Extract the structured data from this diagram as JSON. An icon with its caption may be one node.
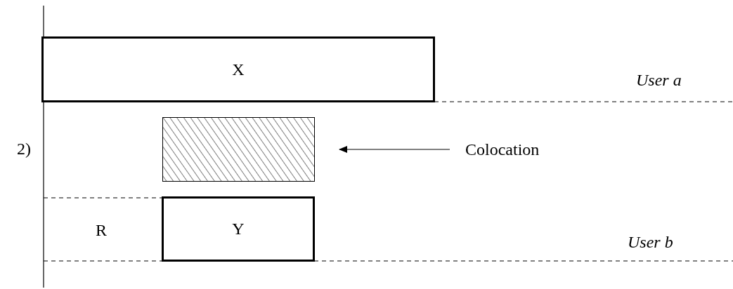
{
  "diagram": {
    "nodes": [
      {
        "text": [
          "X"
        ]
      },
      {
        "text": [],
        "shape": "box"
      },
      {
        "text": [
          "Colocation"
        ]
      },
      {
        "text": [
          "Y"
        ]
      }
    ],
    "edges": [
      {
        "from": 2,
        "to": 1,
        "arrow": "to"
      }
    ],
    "labels": [
      "User a",
      "2)",
      "R",
      "User b"
    ]
  }
}
